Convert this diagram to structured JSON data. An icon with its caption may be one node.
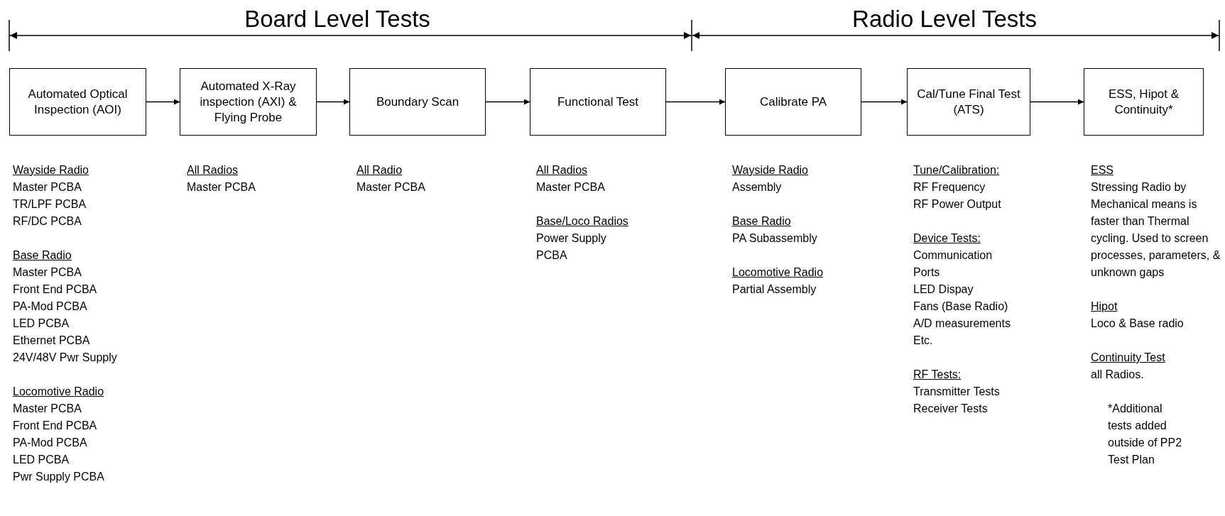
{
  "diagram": {
    "nodes": [
      {
        "text": [
          "Automated Optical Inspection (AOI)"
        ],
        "beside": [
          "Wayside Radio",
          "Master PCBA",
          "TR/LPF PCBA",
          "RF/DC PCBA",
          "Base Radio",
          "Master PCBA",
          "Front End PCBA",
          "PA-Mod PCBA",
          "LED PCBA",
          "Ethernet PCBA",
          "24V/48V Pwr Supply",
          "Locomotive Radio",
          "Master PCBA",
          "Front End PCBA",
          "PA-Mod PCBA",
          "LED PCBA",
          "Pwr Supply PCBA"
        ]
      },
      {
        "text": [
          "Automated X-Ray inspection (AXI) & Flying Probe"
        ],
        "beside": [
          "All Radios",
          "Master PCBA"
        ]
      },
      {
        "text": [
          "Boundary Scan"
        ],
        "beside": [
          "All Radio",
          "Master PCBA"
        ]
      },
      {
        "text": [
          "Functional Test"
        ],
        "beside": [
          "All Radios",
          "Master PCBA",
          "Base/Loco Radios",
          "Power Supply PCBA"
        ]
      },
      {
        "text": [
          "Calibrate PA"
        ],
        "beside": [
          "Wayside Radio",
          "Assembly",
          "Base Radio",
          "PA Subassembly",
          "Locomotive Radio",
          "Partial Assembly"
        ]
      },
      {
        "text": [
          "Cal/Tune Final Test (ATS)"
        ],
        "beside": [
          "Tune/Calibration:",
          "RF Frequency",
          "RF Power Output",
          "Device Tests:",
          "Communication Ports",
          "LED Dispay",
          "Fans (Base Radio)",
          "A/D measurements",
          "Etc.",
          "RF Tests:",
          "Transmitter Tests",
          "Receiver Tests"
        ]
      },
      {
        "text": [
          "ESS, Hipot & Continuity*"
        ],
        "beside": [
          "ESS",
          "Stressing Radio by Mechanical means is faster than Thermal cycling. Used to screen processes, parameters, & unknown gaps",
          "Hipot",
          "Loco & Base radio",
          "Continuity Test",
          "all Radios.",
          "*Additional tests added outside of PP2 Test Plan"
        ]
      }
    ],
    "edges": [
      {
        "from": 0,
        "to": 1,
        "arrow": "to"
      },
      {
        "from": 1,
        "to": 2,
        "arrow": "to"
      },
      {
        "from": 2,
        "to": 3,
        "arrow": "to"
      },
      {
        "from": 3,
        "to": 4,
        "arrow": "to"
      },
      {
        "from": 4,
        "to": 5,
        "arrow": "to"
      },
      {
        "from": 5,
        "to": 6,
        "arrow": "to"
      }
    ],
    "labels": [
      "Board Level Tests",
      "Radio Level Tests"
    ]
  }
}
